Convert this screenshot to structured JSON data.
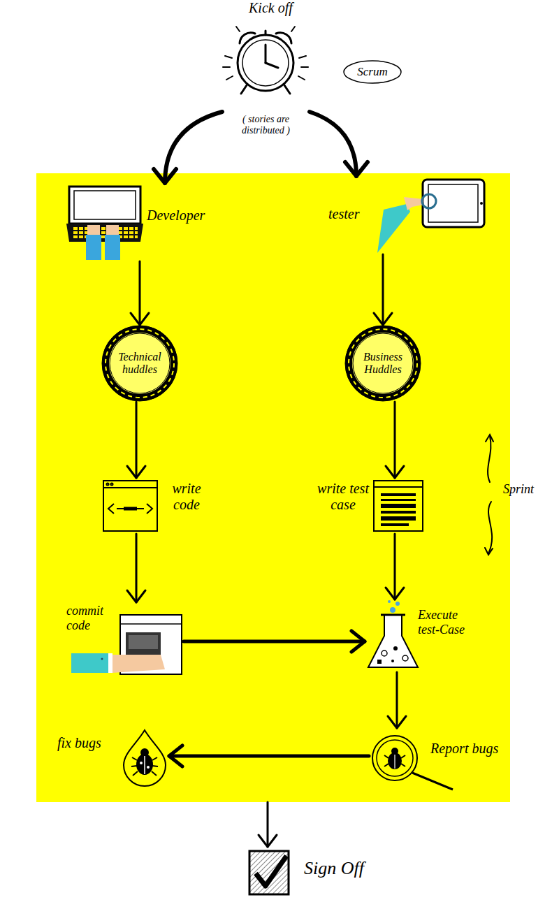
{
  "diagram": {
    "nodes": [
      {
        "text": [
          "Kick off",
          "( stories are distributed )"
        ]
      },
      {
        "text": [
          "Scrum"
        ]
      },
      {
        "text": [
          "Sprint"
        ]
      },
      {
        "text": [
          "Developer"
        ],
        "in": 2
      },
      {
        "text": [
          "tester"
        ],
        "in": 2
      },
      {
        "text": [
          "Technical huddles"
        ],
        "in": 2
      },
      {
        "text": [
          "Business Huddles"
        ],
        "in": 2
      },
      {
        "text": [
          "write code"
        ],
        "in": 2
      },
      {
        "text": [
          "write test case"
        ],
        "in": 2
      },
      {
        "text": [
          "commit code"
        ],
        "in": 2
      },
      {
        "text": [
          "Execute test-Case"
        ],
        "in": 2
      },
      {
        "text": [
          "fix bugs"
        ],
        "in": 2
      },
      {
        "text": [
          "Report bugs"
        ],
        "in": 2
      },
      {
        "text": [
          "Sign Off"
        ]
      }
    ],
    "edges": [
      {
        "from": 0,
        "to": 3,
        "arrow": "to"
      },
      {
        "from": 0,
        "to": 4,
        "arrow": "to"
      },
      {
        "from": 3,
        "to": 5,
        "arrow": "to"
      },
      {
        "from": 4,
        "to": 6,
        "arrow": "to"
      },
      {
        "from": 5,
        "to": 7,
        "arrow": "to"
      },
      {
        "from": 6,
        "to": 8,
        "arrow": "to"
      },
      {
        "from": 7,
        "to": 9,
        "arrow": "to"
      },
      {
        "from": 8,
        "to": 10,
        "arrow": "to"
      },
      {
        "from": 9,
        "to": 10,
        "arrow": "to"
      },
      {
        "from": 10,
        "to": 12,
        "arrow": "to"
      },
      {
        "from": 12,
        "to": 11,
        "arrow": "to"
      },
      {
        "from": 2,
        "to": 13,
        "arrow": "to"
      }
    ]
  }
}
